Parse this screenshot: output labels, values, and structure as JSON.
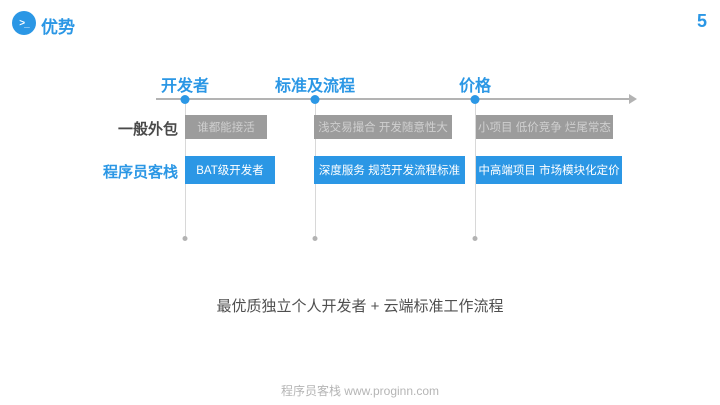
{
  "header": {
    "logo_glyph": ">_",
    "title": "优势",
    "page_number": "5"
  },
  "colors": {
    "accent_blue": "#2b97e5",
    "general_box_gray": "#9c9c9c",
    "axis_gray": "#b3b3b3"
  },
  "timeline": {
    "row_labels": {
      "general": "一般外包",
      "proginn": "程序员客栈"
    },
    "columns": [
      {
        "header": "开发者",
        "general": "谁都能接活",
        "proginn": "BAT级开发者"
      },
      {
        "header": "标准及流程",
        "general": "浅交易撮合 开发随意性大",
        "proginn": "深度服务 规范开发流程标准"
      },
      {
        "header": "价格",
        "general": "小项目 低价竞争 烂尾常态",
        "proginn": "中高端项目 市场模块化定价"
      }
    ]
  },
  "tagline": "最优质独立个人开发者 + 云端标准工作流程",
  "footer": "程序员客栈 www.proginn.com"
}
